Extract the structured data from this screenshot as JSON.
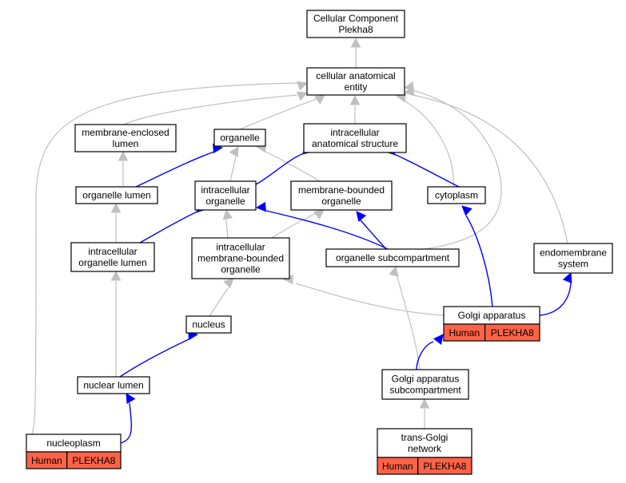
{
  "nodes": {
    "root": {
      "lines": [
        "Cellular Component",
        "Plekha8"
      ]
    },
    "cellular_anatomical_entity": {
      "lines": [
        "cellular anatomical",
        "entity"
      ]
    },
    "membrane_enclosed_lumen": {
      "lines": [
        "membrane-enclosed",
        "lumen"
      ]
    },
    "organelle": {
      "lines": [
        "organelle"
      ]
    },
    "intracellular_anatomical_structure": {
      "lines": [
        "intracellular",
        "anatomical structure"
      ]
    },
    "organelle_lumen": {
      "lines": [
        "organelle lumen"
      ]
    },
    "intracellular_organelle": {
      "lines": [
        "intracellular",
        "organelle"
      ]
    },
    "membrane_bounded_organelle": {
      "lines": [
        "membrane-bounded",
        "organelle"
      ]
    },
    "cytoplasm": {
      "lines": [
        "cytoplasm"
      ]
    },
    "intracellular_organelle_lumen": {
      "lines": [
        "intracellular",
        "organelle lumen"
      ]
    },
    "intracellular_membrane_bounded_organelle": {
      "lines": [
        "intracellular",
        "membrane-bounded",
        "organelle"
      ]
    },
    "organelle_subcompartment": {
      "lines": [
        "organelle subcompartment"
      ]
    },
    "endomembrane_system": {
      "lines": [
        "endomembrane",
        "system"
      ]
    },
    "golgi_apparatus": {
      "lines": [
        "Golgi apparatus"
      ],
      "tags": [
        "Human",
        "PLEKHA8"
      ]
    },
    "nucleus": {
      "lines": [
        "nucleus"
      ]
    },
    "nuclear_lumen": {
      "lines": [
        "nuclear lumen"
      ]
    },
    "golgi_apparatus_subcompartment": {
      "lines": [
        "Golgi apparatus",
        "subcompartment"
      ]
    },
    "nucleoplasm": {
      "lines": [
        "nucleoplasm"
      ],
      "tags": [
        "Human",
        "PLEKHA8"
      ]
    },
    "trans_golgi_network": {
      "lines": [
        "trans-Golgi",
        "network"
      ],
      "tags": [
        "Human",
        "PLEKHA8"
      ]
    }
  },
  "colors": {
    "is_a_edge": "#c0c0c0",
    "part_of_edge": "#0000ff",
    "annotation_tag": "#ff6347",
    "node_border": "#000000",
    "node_fill": "#ffffff"
  }
}
